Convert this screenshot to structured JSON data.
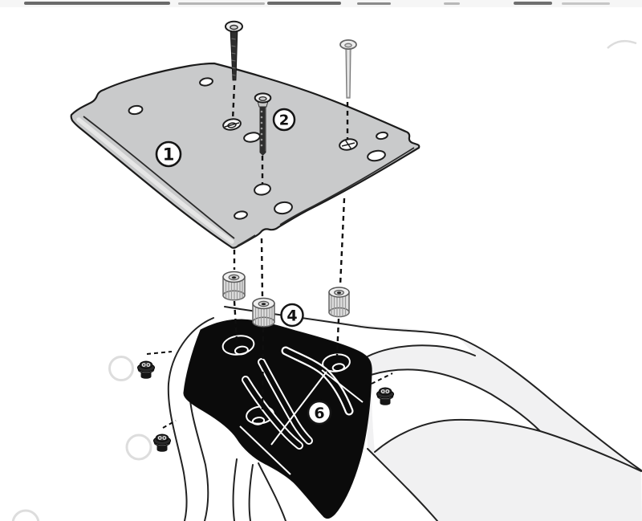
{
  "callouts": [
    {
      "label": "1",
      "part": "mounting-plate"
    },
    {
      "label": "2",
      "part": "countersunk-screw"
    },
    {
      "label": "4",
      "part": "knurled-spacer"
    },
    {
      "label": "6",
      "part": "rear-mounting-area"
    }
  ],
  "colors": {
    "outline": "#1c1c1c",
    "plate_fill": "#c9cacb",
    "plate_lip": "#e6e6e6",
    "black_area": "#0b0b0b",
    "body_shade": "#f1f1f2",
    "spacer_fill": "#dedede",
    "spacer_top": "#efefef",
    "screw_dark": "#2e2e2e",
    "screw_light": "#c9c9c9",
    "ghost": "#dddddd",
    "label_bg": "#ffffff",
    "label_text": "#111111"
  }
}
